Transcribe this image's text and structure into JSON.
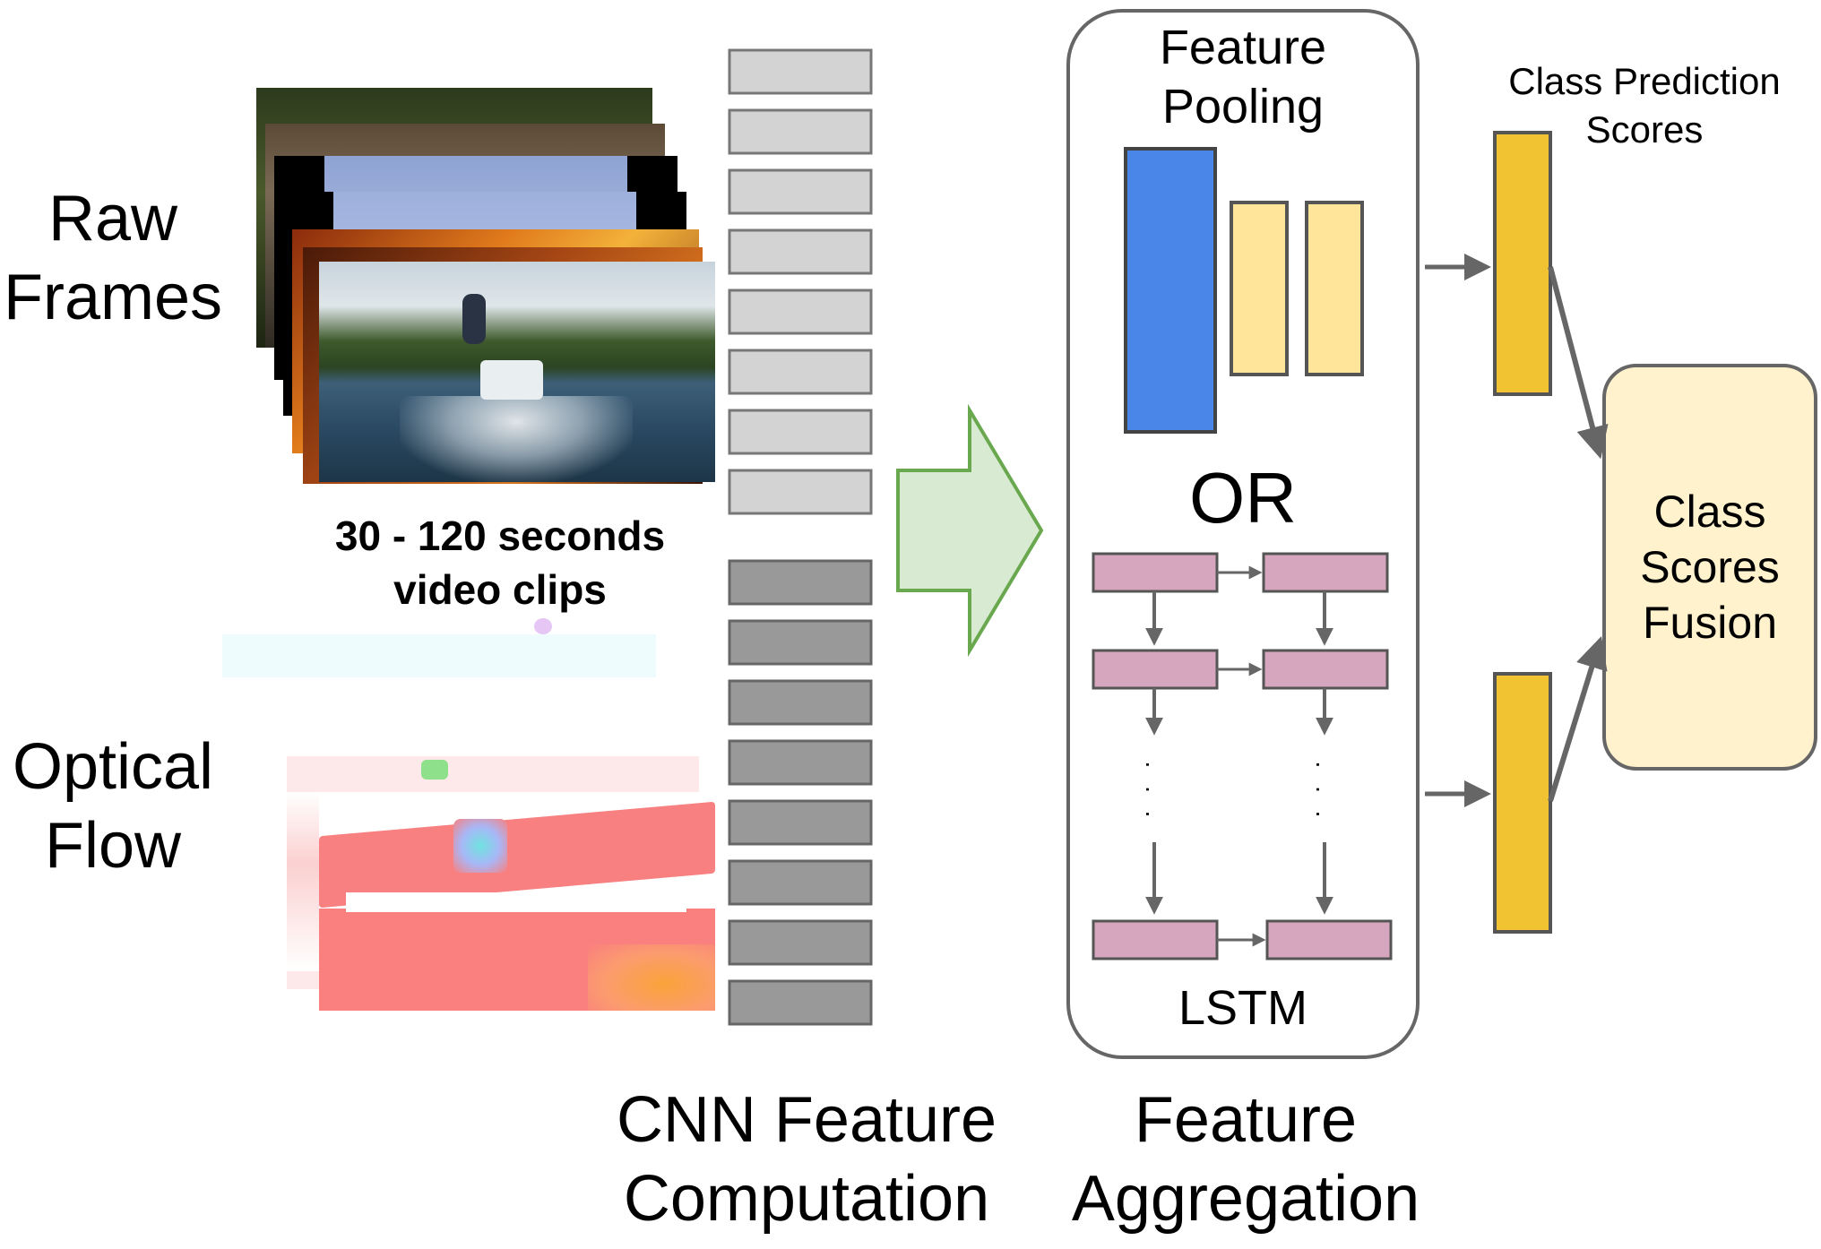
{
  "labels": {
    "raw_frames_line1": "Raw",
    "raw_frames_line2": "Frames",
    "clip_duration_line1": "30 - 120 seconds",
    "clip_duration_line2": "video clips",
    "optical_flow_line1": "Optical",
    "optical_flow_line2": "Flow",
    "cnn_line1": "CNN Feature",
    "cnn_line2": "Computation",
    "aggregation_line1": "Feature",
    "aggregation_line2": "Aggregation",
    "feature_pooling_line1": "Feature",
    "feature_pooling_line2": "Pooling",
    "or": "OR",
    "lstm": "LSTM",
    "lstm_dots": ". . .",
    "class_prediction_line1": "Class Prediction",
    "class_prediction_line2": "Scores",
    "fusion_line1": "Class",
    "fusion_line2": "Scores",
    "fusion_line3": "Fusion"
  },
  "colors": {
    "feature_light": "#d3d3d3",
    "feature_dark": "#999999",
    "pool_blue": "#4a86e8",
    "pool_yellow": "#ffe599",
    "lstm_pink": "#d5a6bd",
    "score_gold": "#f1c232",
    "fusion_bg": "#fff2cc",
    "arrow_green_fill": "#d9ead3",
    "arrow_green_stroke": "#6aa84f",
    "arrow_gray": "#666666"
  }
}
